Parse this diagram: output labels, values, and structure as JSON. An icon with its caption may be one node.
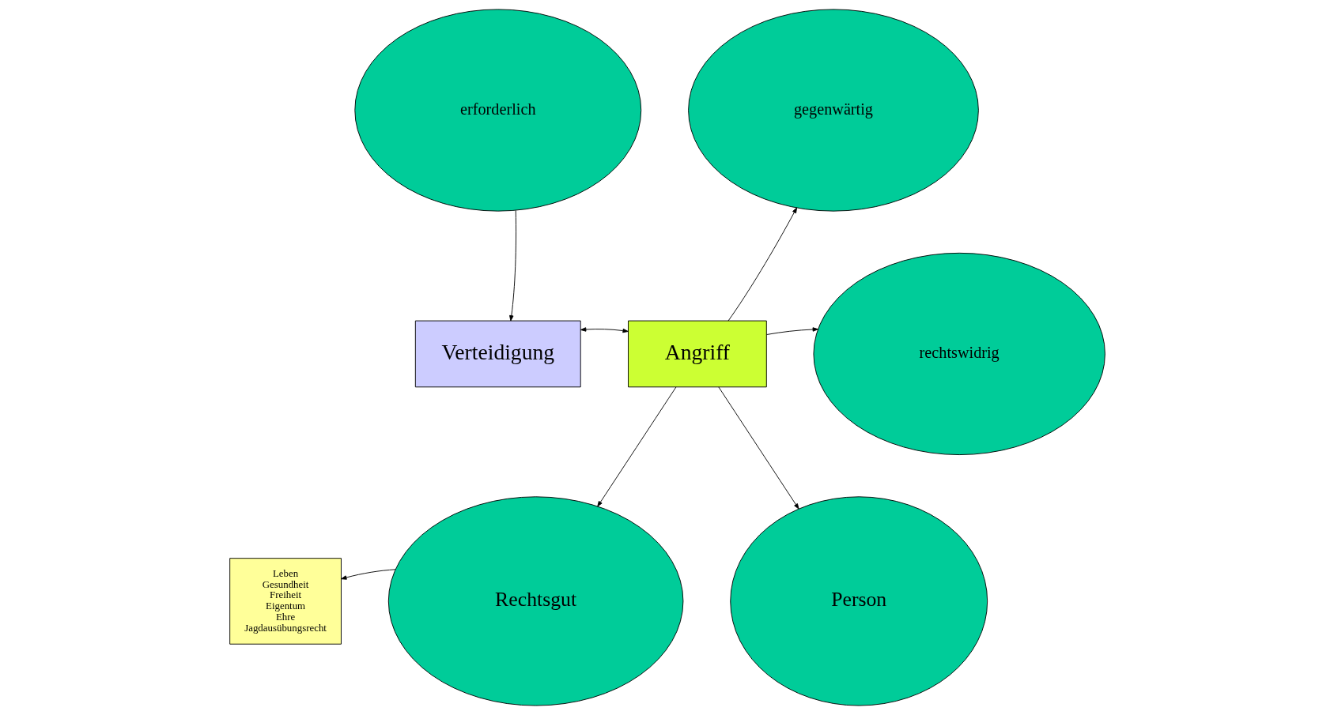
{
  "diagram": {
    "nodes": [
      {
        "text": [
          "erforderlich"
        ]
      },
      {
        "text": [
          "gegenwärtig"
        ]
      },
      {
        "text": [
          "Verteidigung"
        ]
      },
      {
        "text": [
          "Angriff"
        ]
      },
      {
        "text": [
          "rechtswidrig"
        ]
      },
      {
        "text": [
          "Rechtsgut"
        ]
      },
      {
        "text": [
          "Person"
        ]
      },
      {
        "text": [
          "Leben",
          "Gesundheit",
          "Freiheit",
          "Eigentum",
          "Ehre",
          "Jagdausübungsrecht"
        ]
      }
    ],
    "edges": [
      {
        "from": 0,
        "to": 2,
        "arrow": "to"
      },
      {
        "from": 3,
        "to": 1,
        "arrow": "to"
      },
      {
        "from": 2,
        "to": 3,
        "arrow": "both"
      },
      {
        "from": 3,
        "to": 4,
        "arrow": "to"
      },
      {
        "from": 3,
        "to": 5,
        "arrow": "to"
      },
      {
        "from": 3,
        "to": 6,
        "arrow": "to"
      },
      {
        "from": 5,
        "to": 7,
        "arrow": "to"
      }
    ]
  }
}
